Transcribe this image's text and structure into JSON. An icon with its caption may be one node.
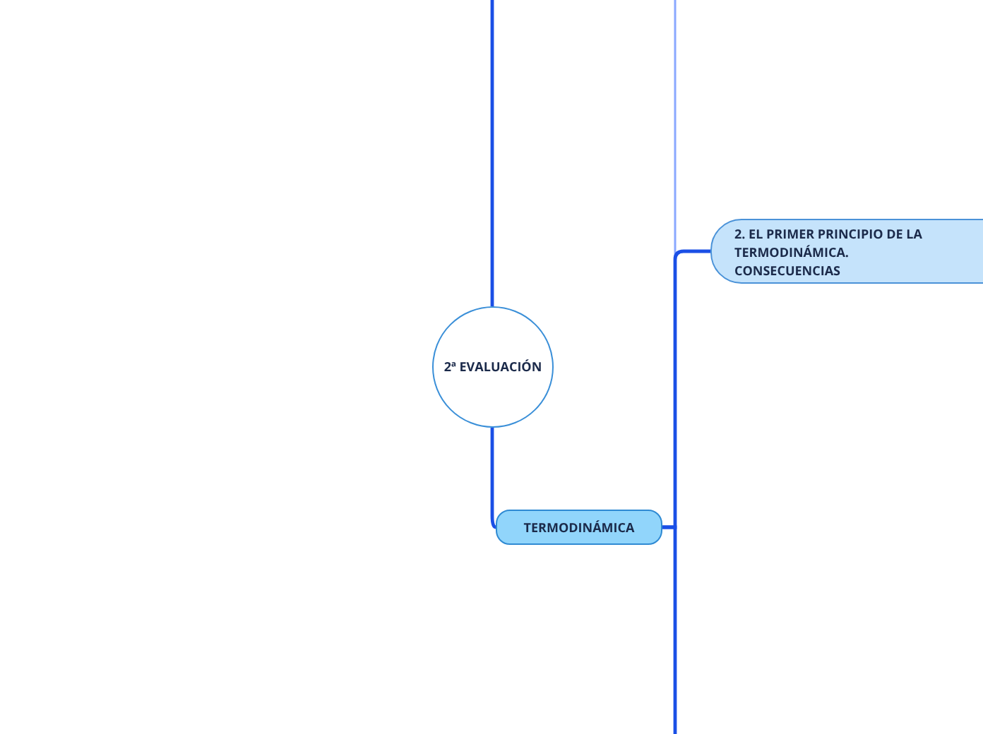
{
  "diagram": {
    "nodes": [
      {
        "text": [
          "2ª EVALUACIÓN"
        ]
      },
      {
        "text": [
          "TERMODINÁMICA"
        ]
      },
      {
        "text": [
          "2. EL PRIMER PRINCIPIO DE LA TERMODINÁMICA. CONSECUENCIAS"
        ]
      }
    ],
    "edges": [
      {
        "from": null,
        "to": 0,
        "arrow": "none"
      },
      {
        "from": 0,
        "to": 1,
        "arrow": "none"
      },
      {
        "from": 1,
        "to": null,
        "arrow": "none",
        "color": "#8aa8ff"
      },
      {
        "from": 1,
        "to": 2,
        "arrow": "none"
      },
      {
        "from": 1,
        "to": null,
        "arrow": "none"
      }
    ]
  }
}
